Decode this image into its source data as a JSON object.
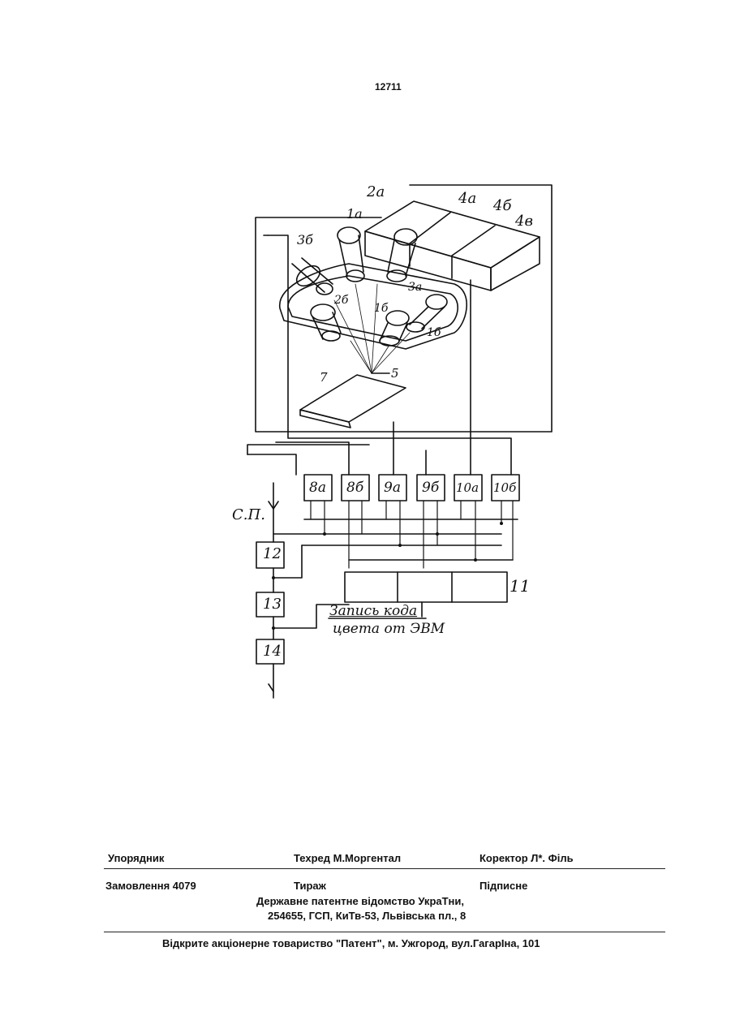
{
  "page_number": "12711",
  "figure": {
    "top_labels": [
      "2a",
      "4a",
      "4б",
      "4в",
      "1a",
      "3б",
      "2б",
      "3a",
      "1б",
      "1б",
      "7",
      "5"
    ],
    "block_labels": [
      "8a",
      "8б",
      "9a",
      "9б",
      "10a",
      "10б"
    ],
    "chain_labels": [
      "12",
      "13",
      "14"
    ],
    "register_label": "11",
    "input_label": "С.П.",
    "caption_line1": "Запись кода",
    "caption_line2": "цвета от ЭВМ"
  },
  "footer": {
    "row1": {
      "compiler": "Упорядник",
      "techred": "Техред М.Моргентал",
      "corrector": "Коректор Л*. Філь"
    },
    "row2": {
      "order": "Замовлення 4079",
      "circulation": "Тираж",
      "subscription": "Підписне"
    },
    "agency_line1": "Державне патентне відомство УкраТни,",
    "agency_line2": "254655, ГСП, КиТв-53, Львівська пл., 8",
    "printer": "Відкрите акціонерне товариство \"Патент\", м. Ужгород, вул.ГагарІна, 101"
  }
}
